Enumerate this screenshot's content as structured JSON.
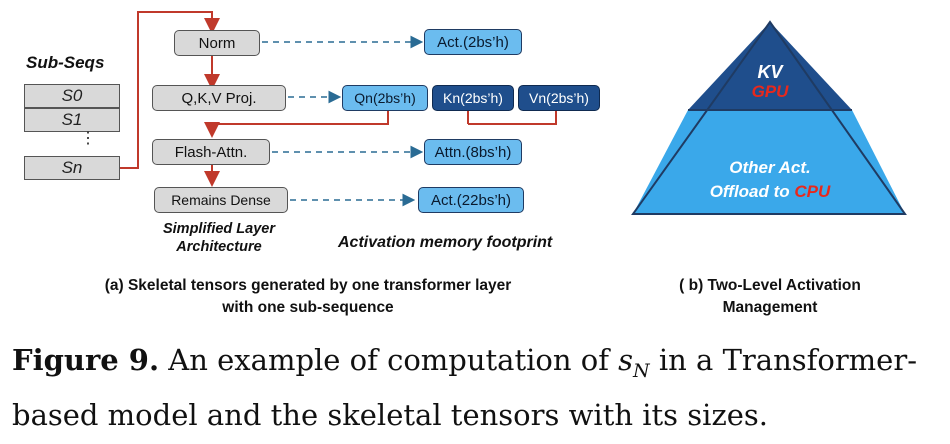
{
  "left": {
    "subseqs_title": "Sub-Seqs",
    "subseqs": [
      "S0",
      "S1",
      "Sn"
    ],
    "ellipsis": "⋮",
    "ops": [
      "Norm",
      "Q,K,V Proj.",
      "Flash-Attn.",
      "Remains Dense"
    ],
    "acts": {
      "norm": "Act.(2bs’h)",
      "q": "Qn(2bs’h)",
      "k": "Kn(2bs’h)",
      "v": "Vn(2bs’h)",
      "attn": "Attn.(8bs’h)",
      "dense": "Act.(22bs’h)"
    },
    "arch_label_1": "Simplified Layer",
    "arch_label_2": "Architecture",
    "footprint_label": "Activation memory footprint",
    "caption_1": "(a) Skeletal tensors generated by one transformer layer",
    "caption_2": "with one sub-sequence"
  },
  "right": {
    "kv": "KV",
    "gpu": "GPU",
    "other_1": "Other Act.",
    "other_2_prefix": "Offload to ",
    "cpu": "CPU",
    "caption_1": "( b) Two-Level Activation",
    "caption_2": "Management"
  },
  "figure": {
    "label": "Figure 9.",
    "text_1": " An example of computation of ",
    "math_base": "s",
    "math_sub": "N",
    "text_2": " in a Transformer-",
    "line_2": "based model and the skeletal tensors with its sizes."
  },
  "colors": {
    "red_line": "#c0392b",
    "dash_blue": "#2a6b94",
    "pyramid_top": "#1f4e8c",
    "pyramid_bottom": "#3aa8ea",
    "accent_red": "#e8281c"
  }
}
